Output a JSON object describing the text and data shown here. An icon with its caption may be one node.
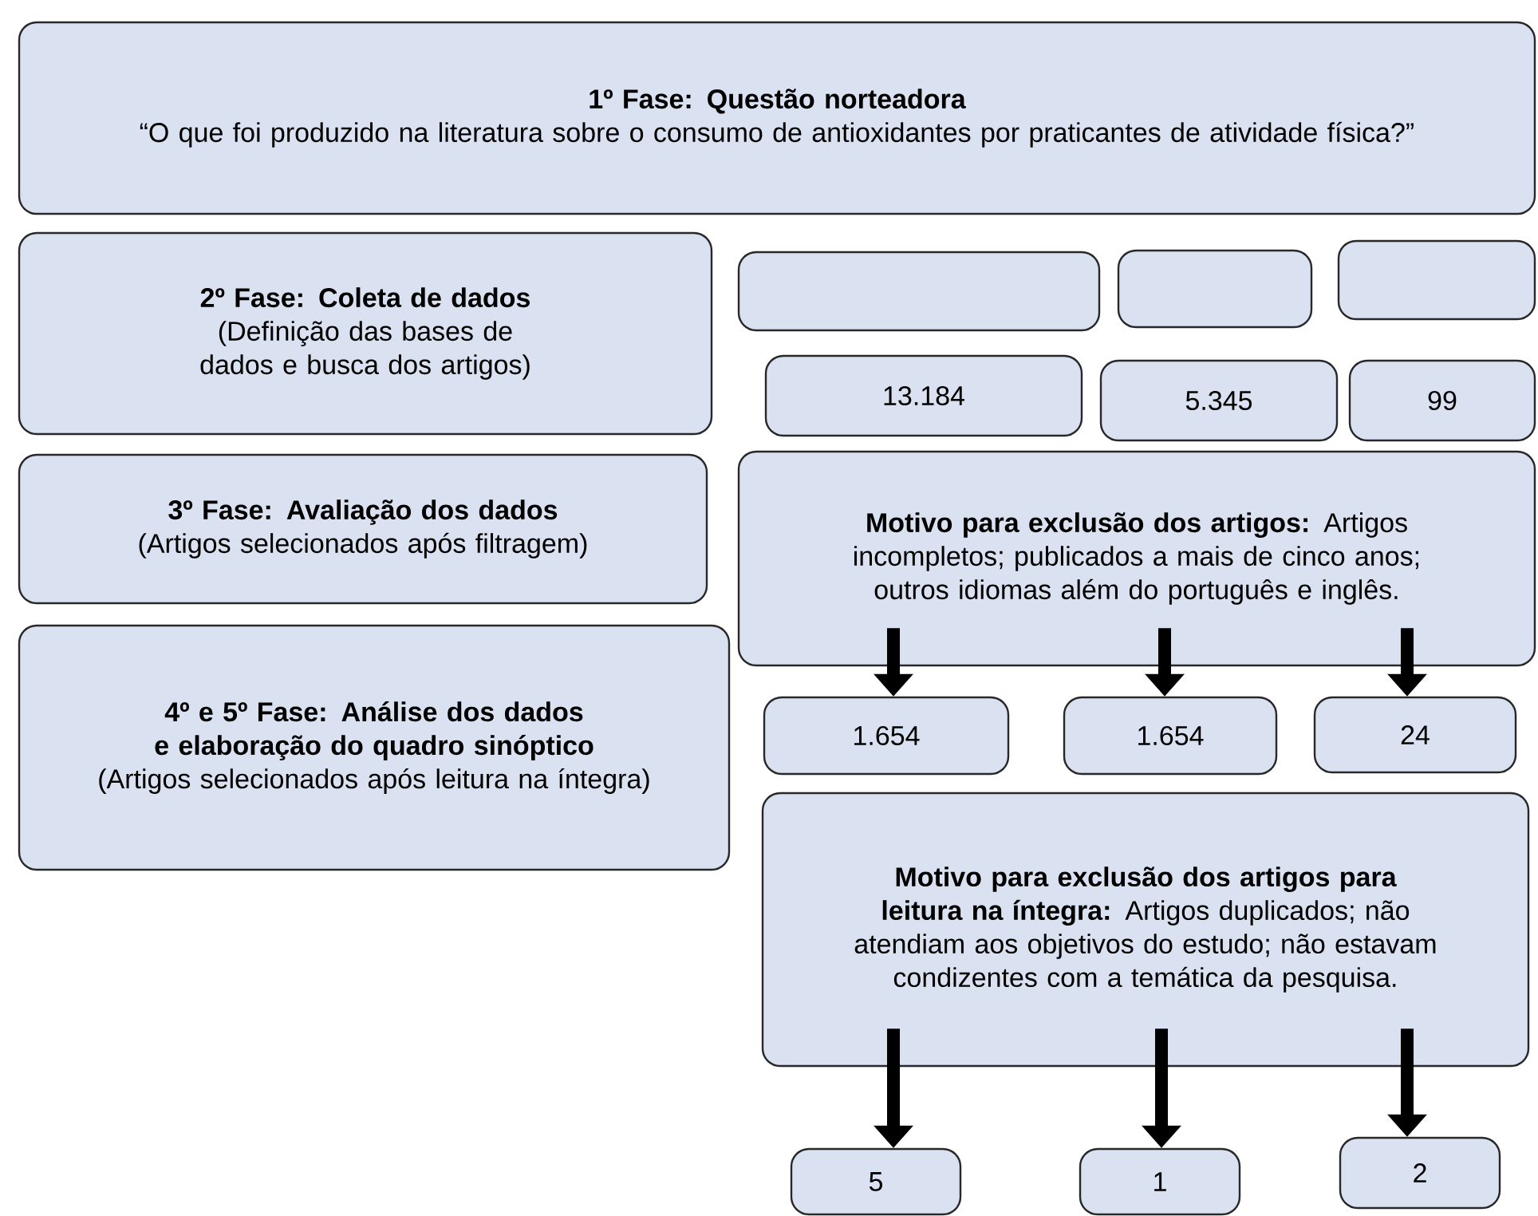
{
  "diagram": {
    "nodes": [
      {
        "text": [
          "1º Fase: Questão norteadora",
          "“O que foi produzido na literatura sobre o consumo de antioxidantes por praticantes de atividade física?”"
        ]
      },
      {
        "text": [
          "2º Fase: Coleta de dados",
          "(Definição das bases de dados e busca dos artigos)"
        ]
      },
      {
        "text": [],
        "shape": "box"
      },
      {
        "text": [],
        "shape": "box"
      },
      {
        "text": [],
        "shape": "box"
      },
      {
        "text": [
          "13.184"
        ]
      },
      {
        "text": [
          "5.345"
        ]
      },
      {
        "text": [
          "99"
        ]
      },
      {
        "text": [
          "3º Fase: Avaliação dos dados",
          "(Artigos selecionados após filtragem)"
        ]
      },
      {
        "text": [
          "**Motivo para exclusão dos artigos:** Artigos incompletos; publicados a mais de cinco anos; outros idiomas além do português e inglês."
        ]
      },
      {
        "text": [
          "4º e 5º Fase: Análise dos dados e elaboração do quadro sinóptico",
          "(Artigos selecionados após leitura na íntegra)"
        ]
      },
      {
        "text": [
          "1.654"
        ]
      },
      {
        "text": [
          "1.654"
        ]
      },
      {
        "text": [
          "24"
        ]
      },
      {
        "text": [
          "**Motivo para exclusão dos artigos para leitura na íntegra:** Artigos duplicados; não atendiam aos objetivos do estudo; não estavam condizentes com a temática da pesquisa."
        ]
      },
      {
        "text": [
          "5"
        ]
      },
      {
        "text": [
          "1"
        ]
      },
      {
        "text": [
          "2"
        ]
      }
    ],
    "edges": [
      {
        "from": 9,
        "to": 11,
        "arrow": "to"
      },
      {
        "from": 9,
        "to": 12,
        "arrow": "to"
      },
      {
        "from": 9,
        "to": 13,
        "arrow": "to"
      },
      {
        "from": 14,
        "to": 15,
        "arrow": "to"
      },
      {
        "from": 14,
        "to": 16,
        "arrow": "to"
      },
      {
        "from": 14,
        "to": 17,
        "arrow": "to"
      }
    ]
  }
}
